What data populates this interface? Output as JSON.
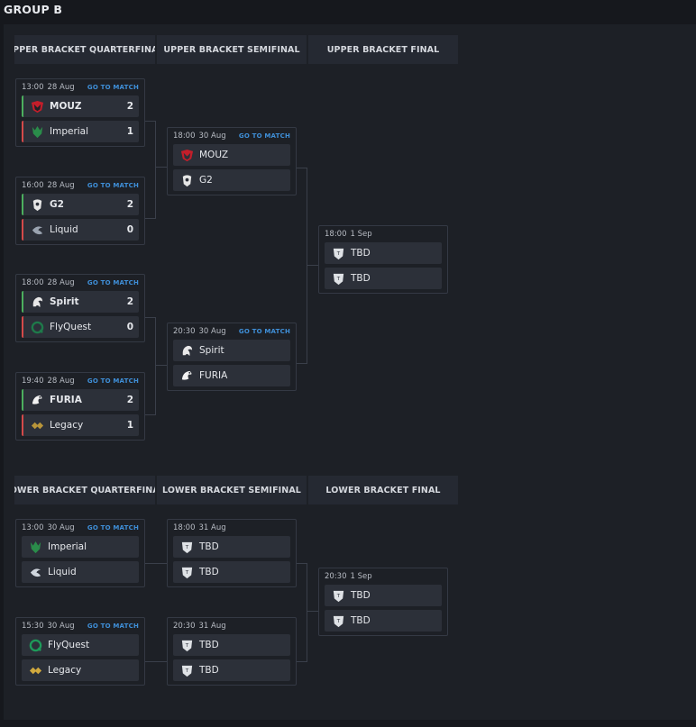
{
  "group_title": "GROUP B",
  "upper": {
    "headers": [
      "UPPER BRACKET QUARTERFINAL",
      "UPPER BRACKET SEMIFINAL",
      "UPPER BRACKET FINAL"
    ],
    "qf": [
      {
        "time": "13:00",
        "date": "28 Aug",
        "link": "GO TO MATCH",
        "t1": "MOUZ",
        "s1": "2",
        "t2": "Imperial",
        "s2": "1"
      },
      {
        "time": "16:00",
        "date": "28 Aug",
        "link": "GO TO MATCH",
        "t1": "G2",
        "s1": "2",
        "t2": "Liquid",
        "s2": "0"
      },
      {
        "time": "18:00",
        "date": "28 Aug",
        "link": "GO TO MATCH",
        "t1": "Spirit",
        "s1": "2",
        "t2": "FlyQuest",
        "s2": "0"
      },
      {
        "time": "19:40",
        "date": "28 Aug",
        "link": "GO TO MATCH",
        "t1": "FURIA",
        "s1": "2",
        "t2": "Legacy",
        "s2": "1"
      }
    ],
    "sf": [
      {
        "time": "18:00",
        "date": "30 Aug",
        "link": "GO TO MATCH",
        "t1": "MOUZ",
        "t2": "G2"
      },
      {
        "time": "20:30",
        "date": "30 Aug",
        "link": "GO TO MATCH",
        "t1": "Spirit",
        "t2": "FURIA"
      }
    ],
    "final": {
      "time": "18:00",
      "date": "1 Sep",
      "t1": "TBD",
      "t2": "TBD"
    }
  },
  "lower": {
    "headers": [
      "LOWER BRACKET QUARTERFINAL",
      "LOWER BRACKET SEMIFINAL",
      "LOWER BRACKET FINAL"
    ],
    "qf": [
      {
        "time": "13:00",
        "date": "30 Aug",
        "link": "GO TO MATCH",
        "t1": "Imperial",
        "t2": "Liquid"
      },
      {
        "time": "15:30",
        "date": "30 Aug",
        "link": "GO TO MATCH",
        "t1": "FlyQuest",
        "t2": "Legacy"
      }
    ],
    "sf": [
      {
        "time": "18:00",
        "date": "31 Aug",
        "t1": "TBD",
        "t2": "TBD"
      },
      {
        "time": "20:30",
        "date": "31 Aug",
        "t1": "TBD",
        "t2": "TBD"
      }
    ],
    "final": {
      "time": "20:30",
      "date": "1 Sep",
      "t1": "TBD",
      "t2": "TBD"
    }
  },
  "colors": {
    "win": "#4caf5e",
    "lose": "#d44a4a",
    "link": "#3f8fd8"
  },
  "icons": {
    "MOUZ": "mouz-logo-icon",
    "Imperial": "imperial-logo-icon",
    "G2": "g2-logo-icon",
    "Liquid": "liquid-logo-icon",
    "Spirit": "spirit-logo-icon",
    "FlyQuest": "flyquest-logo-icon",
    "FURIA": "furia-logo-icon",
    "Legacy": "legacy-logo-icon",
    "TBD": "tbd-shield-icon"
  }
}
